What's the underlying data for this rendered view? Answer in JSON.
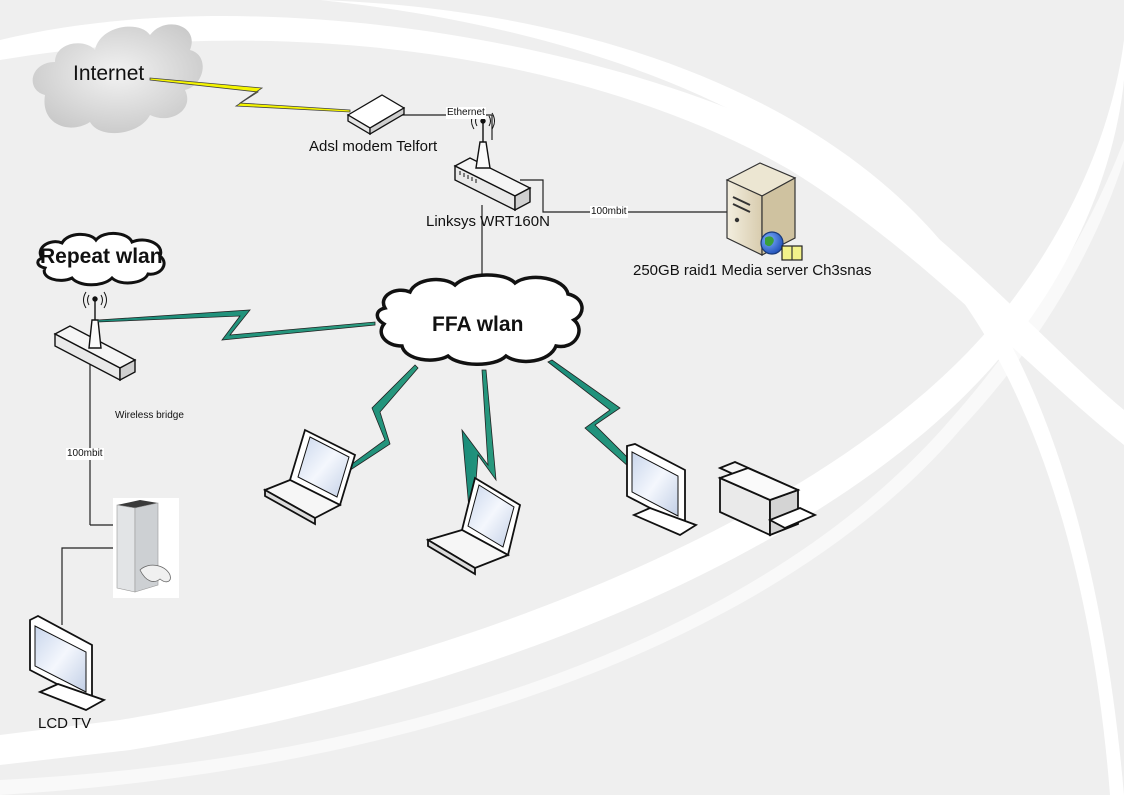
{
  "diagram": {
    "title": "Home network diagram",
    "colors": {
      "background": "#efefef",
      "swoosh": "#ffffff",
      "bolt_internet": "#f5f500",
      "bolt_wireless": "#1a8c7a",
      "bolt_wireless_highlight": "#9bc53d",
      "line": "#222222"
    },
    "nodes": {
      "internet": {
        "label": "Internet",
        "icon": "internet-cloud-icon"
      },
      "modem": {
        "label": "Adsl modem Telfort",
        "icon": "modem-icon"
      },
      "router": {
        "label": "Linksys WRT160N",
        "icon": "wireless-router-icon"
      },
      "server": {
        "label": "250GB raid1 Media server Ch3snas",
        "icon": "media-server-icon"
      },
      "repeat_wlan": {
        "label": "Repeat wlan",
        "icon": "cloud-icon"
      },
      "ffa_wlan": {
        "label": "FFA wlan",
        "icon": "cloud-icon"
      },
      "bridge": {
        "label": "Wireless bridge",
        "icon": "wireless-router-icon"
      },
      "xbox": {
        "label": "",
        "icon": "game-console-icon"
      },
      "lcd_tv": {
        "label": "LCD TV",
        "icon": "monitor-icon"
      },
      "laptop1": {
        "label": "",
        "icon": "laptop-icon"
      },
      "laptop2": {
        "label": "",
        "icon": "laptop-icon"
      },
      "monitor": {
        "label": "",
        "icon": "monitor-icon"
      },
      "printer": {
        "label": "",
        "icon": "printer-icon"
      }
    },
    "links": {
      "modem_router": "Ethernet",
      "router_server": "100mbit",
      "bridge_xbox": "100mbit"
    }
  }
}
